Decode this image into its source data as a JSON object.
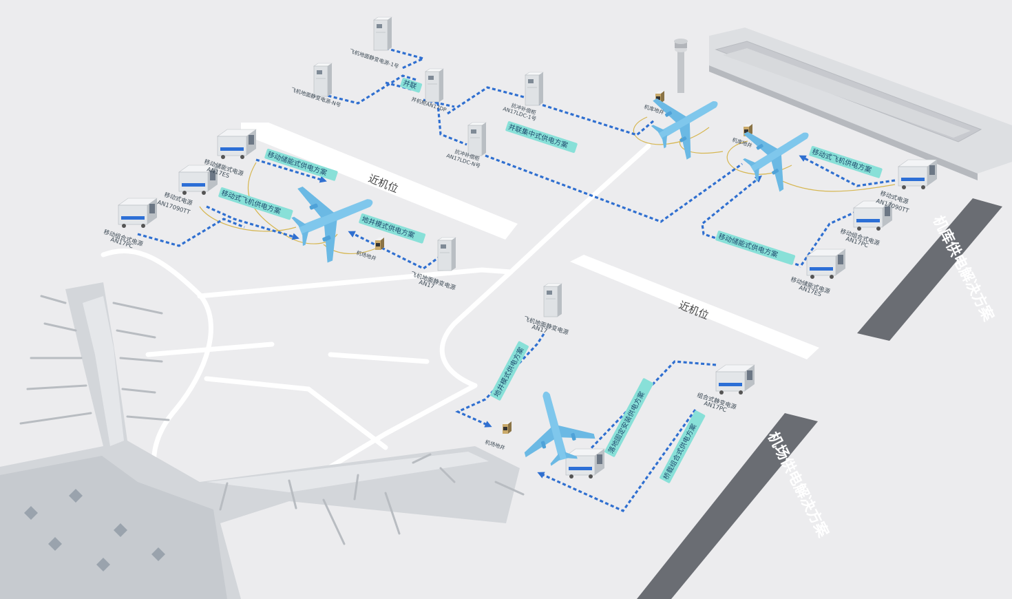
{
  "titles": {
    "hangar": "机库供电解决方案",
    "airport": "机场供电解决方案"
  },
  "stands": {
    "near_stand_1": "近机位",
    "near_stand_2": "近机位"
  },
  "tags": {
    "mobile_storage_1": "移动储能式供电方案",
    "mobile_aircraft_1": "移动式飞机供电方案",
    "pit_1": "地井模式供电方案",
    "parallel": "并联",
    "parallel_centralized": "并联集中式供电方案",
    "mobile_aircraft_2": "移动式飞机供电方案",
    "mobile_storage_2": "移动储能式供电方案",
    "pit_vertical": "地井模式供电方案",
    "fixed_vertical": "落地固定安装供电方案",
    "bridge_vertical": "桥载组合式供电方案"
  },
  "labels": {
    "static_1": "飞机地面静变电源-1号",
    "static_n": "飞机地面静变电源-N号",
    "parallel_cabinet": "并机柜AN17DP",
    "compensator_1": [
      "抗冲补偿柜",
      "AN17LDC-1号"
    ],
    "compensator_n": [
      "抗冲补偿柜",
      "AN17LDC-N号"
    ],
    "pit_hangar_1": "机库地井",
    "pit_hangar_2": "机库地井",
    "mobile_storage_left": [
      "移动储能式电源",
      "AN17ES"
    ],
    "mobile_left_tt": [
      "移动式电源",
      "AN17090TT"
    ],
    "mobile_combo_left": [
      "移动组合式电源",
      "AN17PC"
    ],
    "airport_pit_1": "机场地井",
    "static_near_1": [
      "飞机地面静变电源",
      "AN17"
    ],
    "mobile_right_tt": [
      "移动式电源",
      "AN17090TT"
    ],
    "mobile_combo_right": [
      "移动组合式电源",
      "AN17PC"
    ],
    "mobile_storage_right": [
      "移动储能式电源",
      "AN17ES"
    ],
    "static_near_2": [
      "飞机地面静变电源",
      "AN17"
    ],
    "combo_fixed": [
      "组合式静变电源",
      "AN17PC"
    ],
    "airport_pit_2": "机场地井"
  },
  "icons": [
    "power-cabinet-icon",
    "ground-power-cart-icon",
    "aircraft-icon",
    "ground-pit-icon",
    "control-tower-icon",
    "hangar-building-icon",
    "terminal-building-icon"
  ],
  "colors": {
    "flow": "#2f6fd0",
    "tag": "#88e0d8",
    "title_panel": "#6a6d73",
    "ground": "#ececee",
    "aircraft": "#7fc7ec"
  }
}
